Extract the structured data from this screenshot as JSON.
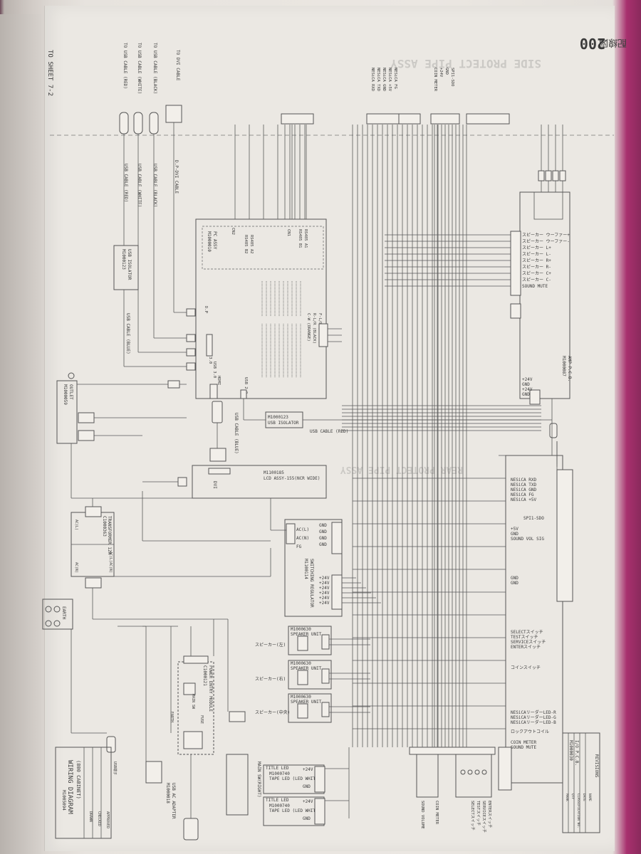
{
  "header": {
    "page_number": "200",
    "section_title": "配線図",
    "faded_title": "SIDE PROTECT PIPE ASSY",
    "faded_title_2": "REAR PROTECT PIPE ASSY"
  },
  "side_note": "TO SHEET 7-2",
  "cables": {
    "dp_dvi": "D.P-DVI CABLE",
    "usb_black": "USB CABLE (BLACK)",
    "usb_white": "USB CABLE (WHITE)",
    "usb_red": "USB CABLE (RED)",
    "usb_blue": "USB CABLE (BLUE)"
  },
  "top_left_labels": [
    "TO DVI CABLE",
    "TO USB CABLE (BLACK)",
    "TO USB CABLE (WHITE)",
    "TO USB CABLE (RED)"
  ],
  "top_connector_labels": [
    "NESiCA RXD",
    "NESiCA TXD",
    "NESiCA GND",
    "NESiCA +5V",
    "NESiCA FG",
    "COIN METER",
    "+24V",
    "GND",
    "SPI1-SDO"
  ],
  "blocks": {
    "pc": {
      "line1": "M1000010",
      "line2": "PC ASSY"
    },
    "isolator_top": {
      "line1": "M1000123",
      "line2": "USB ISOLATOR"
    },
    "isolator_mid": {
      "line1": "M1000123",
      "line2": "USB ISOLATOR"
    },
    "lcd": {
      "line1": "M1100185",
      "line2": "LCD ASSY-155(NCR WIDE)"
    },
    "regulator": {
      "line1": "M1100114",
      "line2": "SWITCHING REGULATOR"
    },
    "transformer": {
      "line1": "C1000363",
      "line2": "TRANSFORMER 12A"
    },
    "power_module": {
      "line1": "C1000121",
      "line2": "POWER ENTRY MODULE"
    },
    "io_pcb": {
      "line1": "M1000030",
      "line2": "I/O P.C.B."
    },
    "amp_pcb": {
      "line1": "M1000087",
      "line2": "AMP P.C.B."
    },
    "usb_adapter": {
      "line1": "M1000018",
      "line2": "USB AC ADAPTER"
    },
    "outlet": {
      "line1": "M1000059",
      "line2": "OUTLET"
    },
    "speaker_1": {
      "line1": "M1000630",
      "line2": "SPEAKER UNIT",
      "side": "スピーカー(左)"
    },
    "speaker_2": {
      "line1": "M1000630",
      "line2": "SPEAKER UNIT",
      "side": "スピーカー(右)"
    },
    "speaker_3": {
      "line1": "M1000630",
      "line2": "SPEAKER UNIT",
      "side": "スピーカー(中央)"
    },
    "title_led_1": {
      "line1": "TITLE LED",
      "line2": "M1000740",
      "line3": "TAPE LED (LED WHITE)"
    },
    "title_led_2": {
      "line1": "TITLE LED",
      "line2": "M1000740",
      "line3": "TAPE LED (LED WHITE)"
    }
  },
  "pc_ports": [
    "D.P",
    "USB 2.0",
    "USB 3.0",
    "USB 3.0",
    "HDMI",
    "USB 2.0",
    "CN2",
    "CN1",
    "RS485 B1",
    "RS485 A1",
    "RS485 B2",
    "RS485 A2"
  ],
  "audio_labels": [
    "C-W (ORANGE)",
    "R-L/R (BLACK)",
    "F-L/R (GREEN)"
  ],
  "regulator_pins": [
    "AC(L)",
    "AC(N)",
    "FG",
    "GND",
    "GND",
    "GND",
    "GND",
    "+24V",
    "+24V",
    "+24V",
    "+24V",
    "+24V",
    "+24V"
  ],
  "io_signals": [
    "NESiCA RXD",
    "NESiCA TXD",
    "NESiCA GND",
    "NESiCA FG",
    "NESiCA +5V",
    "SPI1-SDO",
    "+5V",
    "GND",
    "SOUND VOL SIG",
    "GND",
    "GND",
    "SELECTスイッチ",
    "TESTスイッチ",
    "SERVICEスイッチ",
    "ENTERスイッチ",
    "コインスイッチ",
    "NESiCAリーダーLED-R",
    "NESiCAリーダーLED-G",
    "NESiCAリーダーLED-B",
    "ロックアウトコイル",
    "COIN METER",
    "SOUND MUTE"
  ],
  "amp_signals": [
    "スピーカー ウーファー+",
    "スピーカー ウーファー-",
    "スピーカー L+",
    "スピーカー L-",
    "スピーカー R+",
    "スピーカー R-",
    "スピーカー C+",
    "スピーカー C-",
    "SOUND MUTE"
  ],
  "amp_power": [
    "+24V",
    "GND",
    "+24V",
    "GND"
  ],
  "dvi_label": "DVI",
  "earth_labels": [
    "EARTH",
    "EARTH"
  ],
  "main_sw": "MAIN SW",
  "main_sw_right": "MAIN SW(RIGHT)",
  "fuse_labels": [
    "FUSE",
    "FUSE"
  ],
  "led_pins": [
    "+24V",
    "GND",
    "+24V",
    "GND"
  ],
  "bottom_labels": [
    "SOUND VOLUME",
    "COIN METER",
    "SELECTスイッチ",
    "TESTスイッチ",
    "SERVICEスイッチ",
    "ENTERスイッチ"
  ],
  "bottom_left_small": "USB端子",
  "title_block": {
    "title_1": "WIRING DIAGRAM",
    "title_2": "(800 CABINET)",
    "drawing_no": "M1005094",
    "rows": [
      "DRAWN",
      "CHECKED",
      "APPROVED"
    ]
  },
  "revision_table": {
    "header": [
      "MARK",
      "QTY",
      "CLASSIFICATION NO.",
      "DATE",
      "NAME"
    ],
    "caption": "REVISIONS"
  },
  "transformer_pins": [
    "AC(L)",
    "AC(N)",
    "AC(L)",
    "AC(N)"
  ],
  "colors": {
    "paper": "#ebe8e3",
    "ink": "#3b3b3b",
    "shadow": "#8a2a5c"
  }
}
